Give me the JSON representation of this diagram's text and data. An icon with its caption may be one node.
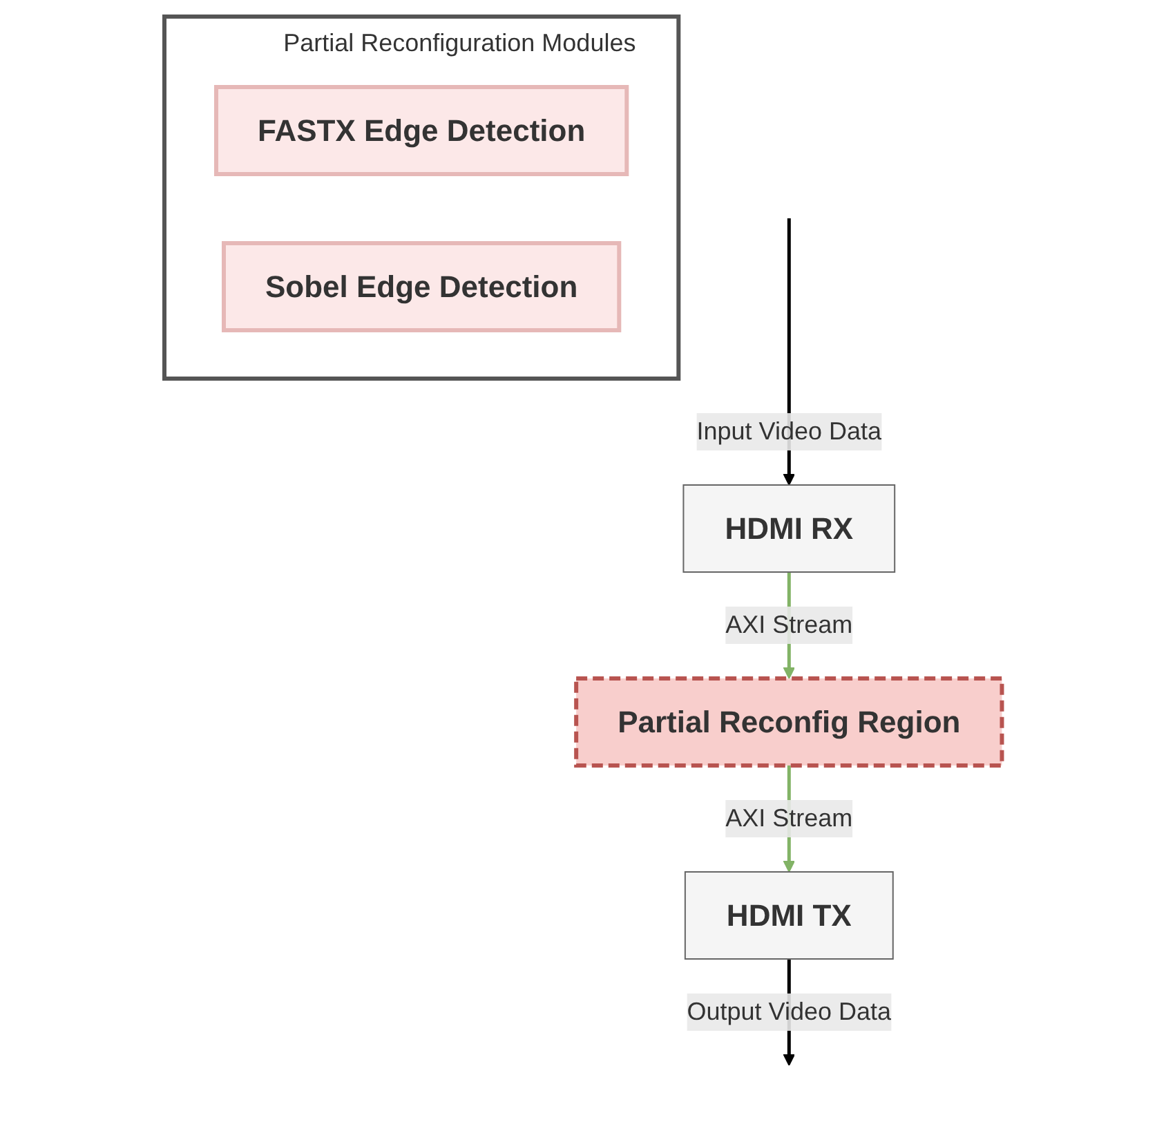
{
  "diagram": {
    "nodes": [
      {
        "text": [
          "HDMI RX"
        ]
      },
      {
        "text": [
          "Partial Reconfig Region"
        ]
      },
      {
        "text": [
          "HDMI TX"
        ]
      },
      {
        "text": [
          "Partial Reconfiguration Modules"
        ]
      },
      {
        "text": [
          "FASTX Edge Detection"
        ],
        "in": 3
      },
      {
        "text": [
          "Sobel Edge Detection"
        ],
        "in": 3
      }
    ],
    "edges": [
      {
        "from": null,
        "to": 0,
        "arrow": "to",
        "label": "Input Video Data"
      },
      {
        "from": 0,
        "to": 1,
        "arrow": "to",
        "label": "AXI Stream",
        "color": "#82b366"
      },
      {
        "from": 1,
        "to": 2,
        "arrow": "to",
        "label": "AXI Stream",
        "color": "#82b366"
      },
      {
        "from": 2,
        "to": null,
        "arrow": "to",
        "label": "Output Video Data"
      }
    ]
  }
}
